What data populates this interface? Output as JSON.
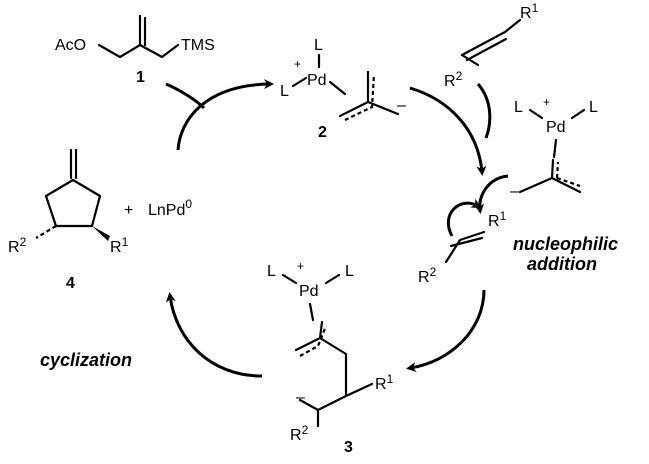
{
  "allyl_reagent": {
    "oac": "AcO",
    "tms": "TMS",
    "number": "1"
  },
  "pd_complex_2": {
    "metal": "Pd",
    "ligand_top": "L",
    "ligand_left": "L",
    "charge_plus": "+",
    "charge_minus": "–",
    "number": "2"
  },
  "olefin_substrate": {
    "r1": "R",
    "r1_sup": "1",
    "r2": "R",
    "r2_sup": "2"
  },
  "tmm_pd": {
    "metal": "Pd",
    "ligand_left": "L",
    "ligand_right": "L",
    "charge_plus": "+",
    "charge_minus": "–"
  },
  "attack_olefin": {
    "r1": "R",
    "r1_sup": "1",
    "r2": "R",
    "r2_sup": "2"
  },
  "labels": {
    "nucleophilic_1": "nucleophilic",
    "nucleophilic_2": "addition",
    "cyclization": "cyclization"
  },
  "intermediate_3": {
    "metal": "Pd",
    "ligand_left": "L",
    "ligand_right": "L",
    "charge_plus": "+",
    "charge_minus": "–",
    "r1": "R",
    "r1_sup": "1",
    "r2": "R",
    "r2_sup": "2",
    "number": "3"
  },
  "product_4": {
    "r1": "R",
    "r1_sup": "1",
    "r2": "R",
    "r2_sup": "2",
    "number": "4"
  },
  "catalyst": {
    "plus": "+",
    "text": "LnPd",
    "sup": "0"
  }
}
